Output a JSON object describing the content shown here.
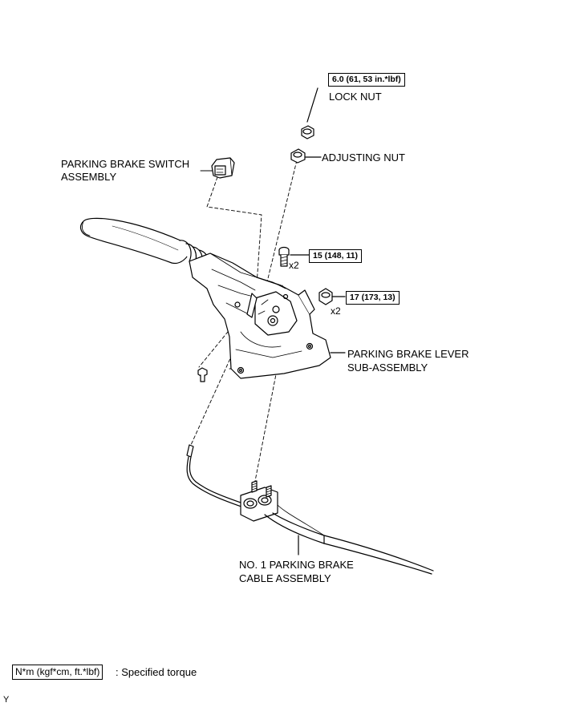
{
  "labels": {
    "lock_nut": "LOCK NUT",
    "adjusting_nut": "ADJUSTING NUT",
    "switch_line1": "PARKING BRAKE SWITCH",
    "switch_line2": "ASSEMBLY",
    "lever_line1": "PARKING BRAKE LEVER",
    "lever_line2": "SUB-ASSEMBLY",
    "cable_line1": "NO. 1 PARKING BRAKE",
    "cable_line2": "CABLE ASSEMBLY"
  },
  "torques": {
    "lock_nut": "6.0 (61, 53 in.*lbf)",
    "bolt": "15 (148, 11)",
    "nut": "17 (173, 13)"
  },
  "quantities": {
    "bolt": "x2",
    "nut": "x2"
  },
  "legend": {
    "unit_box": "N*m (kgf*cm, ft.*lbf)",
    "description": ": Specified torque"
  },
  "figure_code": "Y"
}
